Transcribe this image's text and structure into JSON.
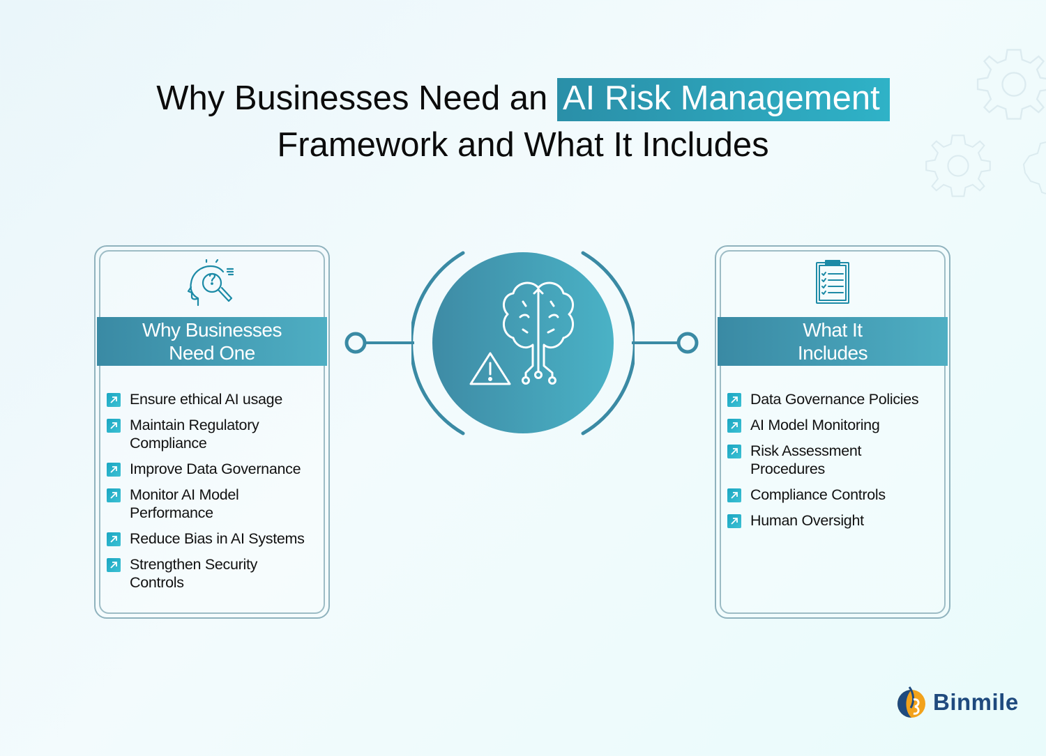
{
  "title": {
    "part1": "Why Businesses Need an",
    "highlight": "AI Risk Management",
    "part2": "Framework and What It Includes"
  },
  "left_card": {
    "heading_line1": "Why Businesses",
    "heading_line2": "Need One",
    "icon": "head-idea-search-icon",
    "items": [
      "Ensure ethical AI usage",
      "Maintain Regulatory Compliance",
      "Improve Data Governance",
      "Monitor AI Model Performance",
      "Reduce Bias in AI Systems",
      "Strengthen Security Controls"
    ]
  },
  "right_card": {
    "heading_line1": "What It",
    "heading_line2": "Includes",
    "icon": "clipboard-checklist-icon",
    "items": [
      "Data Governance Policies",
      "AI Model Monitoring",
      "Risk Assessment Procedures",
      "Compliance Controls",
      "Human Oversight"
    ]
  },
  "center": {
    "icon": "brain-circuit-warning-icon"
  },
  "brand": {
    "name": "Binmile"
  },
  "colors": {
    "accent": "#2a9fb8",
    "card_header": "#3a8aa4",
    "brand": "#1f4a7e"
  }
}
